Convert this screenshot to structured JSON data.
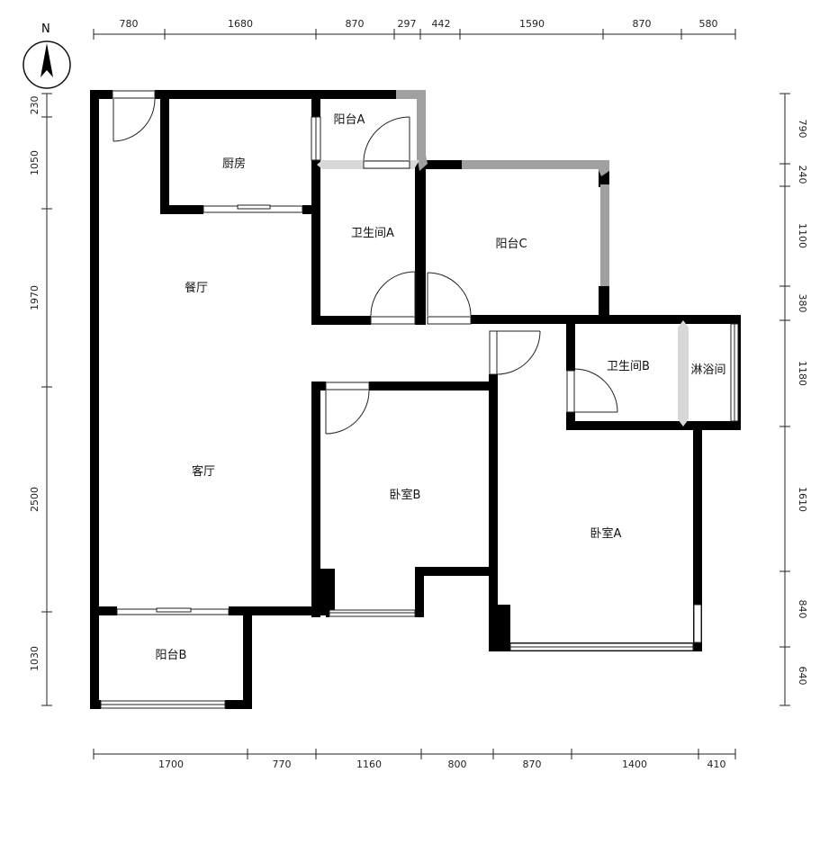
{
  "compass": {
    "label": "N"
  },
  "dims_top": [
    "780",
    "1680",
    "870",
    "297",
    "442",
    "1590",
    "870",
    "580"
  ],
  "dims_bottom": [
    "1700",
    "770",
    "1160",
    "800",
    "870",
    "1400",
    "410"
  ],
  "dims_left": [
    "230",
    "1050",
    "1970",
    "2500",
    "1030"
  ],
  "dims_right": [
    "790",
    "240",
    "1100",
    "380",
    "1180",
    "1610",
    "840",
    "640"
  ],
  "rooms": {
    "kitchen": "厨房",
    "balcony_a": "阳台A",
    "bathroom_a": "卫生间A",
    "balcony_c": "阳台C",
    "dining": "餐厅",
    "living": "客厅",
    "bedroom_b": "卧室B",
    "bathroom_b": "卫生间B",
    "shower": "淋浴间",
    "bedroom_a": "卧室A",
    "balcony_b": "阳台B"
  }
}
